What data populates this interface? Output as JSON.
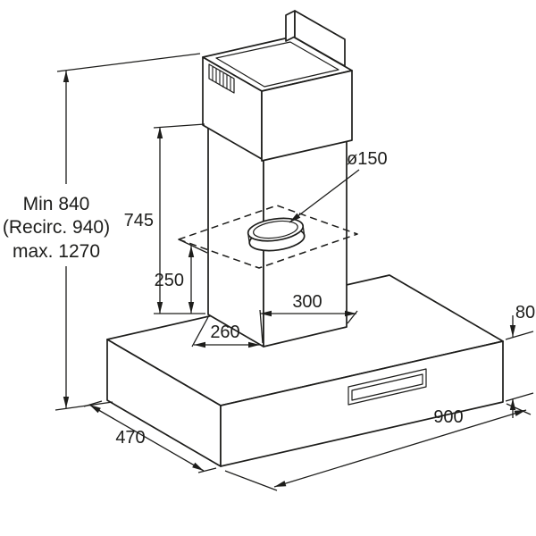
{
  "dimensions": {
    "overall_min": "Min 840",
    "overall_recirc": "(Recirc. 940)",
    "overall_max": "max. 1270",
    "upper_section_height": "745",
    "outlet_height": "250",
    "chimney_depth": "260",
    "chimney_width": "300",
    "duct_diameter": "ø150",
    "body_height": "80",
    "body_width": "900",
    "body_depth": "470"
  },
  "colors": {
    "line": "#1d1d1b",
    "background": "#ffffff"
  }
}
